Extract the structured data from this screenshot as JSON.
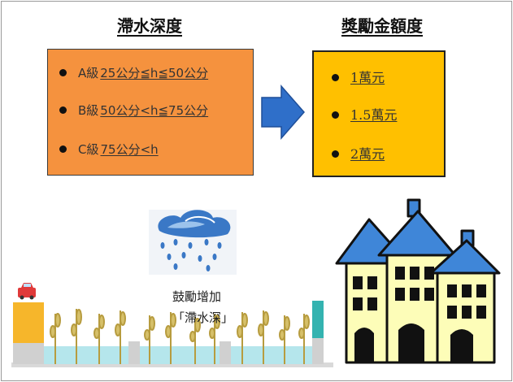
{
  "left_panel": {
    "title": "滯水深度",
    "items": [
      {
        "grade": "A級",
        "range": "25公分≦h≦50公分"
      },
      {
        "grade": "B級",
        "range": "50公分<h≦75公分"
      },
      {
        "grade": "C級",
        "range": "75公分<h"
      }
    ],
    "box_color": "#f5923e"
  },
  "right_panel": {
    "title": "獎勵金額度",
    "items": [
      {
        "amount": "1萬元"
      },
      {
        "amount": "1.5萬元"
      },
      {
        "amount": "2萬元"
      }
    ],
    "box_color": "#ffc000"
  },
  "caption": {
    "line1": "鼓勵增加",
    "line2": "「滯水深」"
  },
  "icons": [
    "right-arrow-icon",
    "rain-cloud-icon",
    "car-icon",
    "houses-icon",
    "rice-plant-icon"
  ],
  "colors": {
    "arrow": "#2f6fc9",
    "roof": "#3f86d8",
    "wall": "#fdfdb8",
    "water": "#b5e6ec",
    "plant": "#c9b35a"
  }
}
